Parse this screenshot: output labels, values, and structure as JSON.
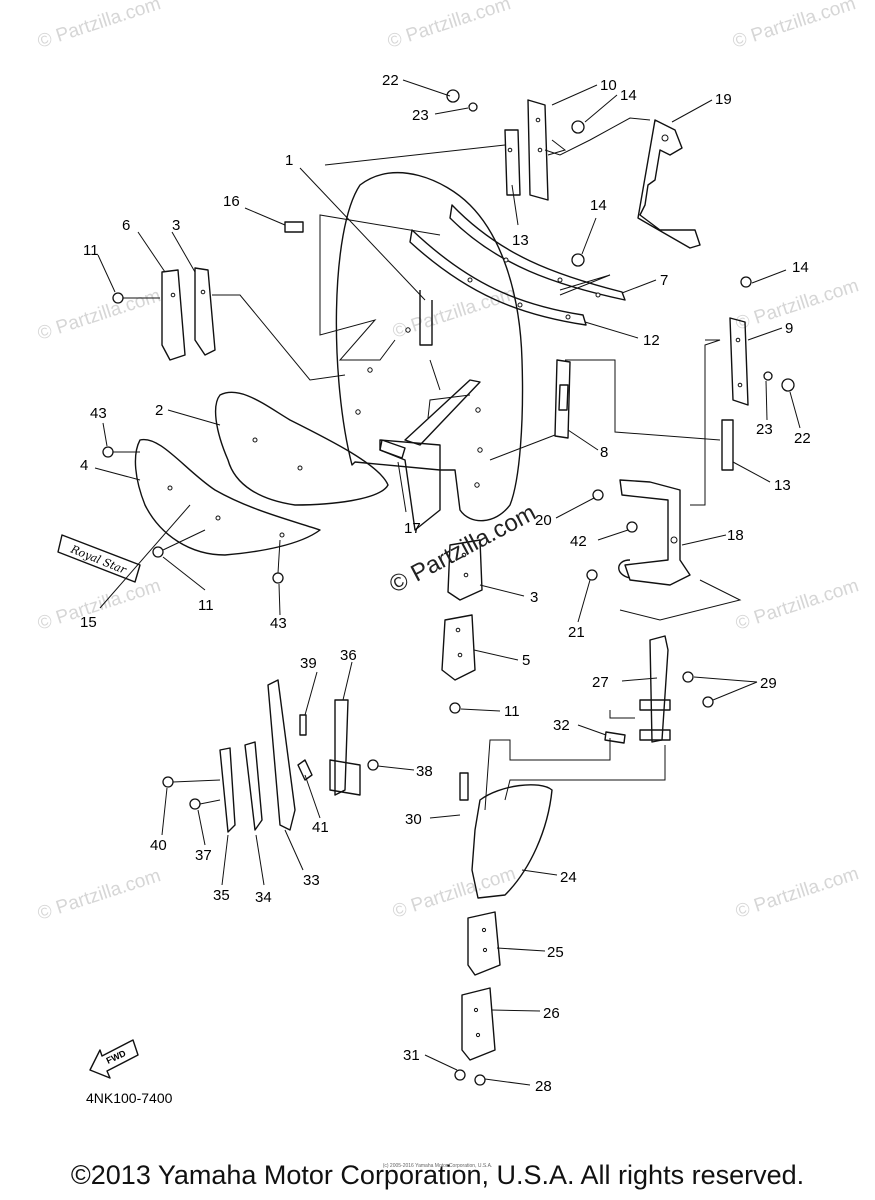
{
  "diagram": {
    "part_numbers": [
      "1",
      "2",
      "3",
      "3",
      "4",
      "5",
      "6",
      "7",
      "8",
      "9",
      "10",
      "11",
      "11",
      "11",
      "12",
      "13",
      "13",
      "14",
      "14",
      "14",
      "15",
      "16",
      "17",
      "18",
      "19",
      "20",
      "21",
      "22",
      "22",
      "23",
      "23",
      "24",
      "25",
      "26",
      "27",
      "28",
      "29",
      "30",
      "31",
      "32",
      "33",
      "34",
      "35",
      "36",
      "37",
      "38",
      "39",
      "40",
      "41",
      "42",
      "43",
      "43"
    ],
    "emblem_text": "Royal Star",
    "fwd_label": "FWD",
    "diagram_code": "4NK100-7400",
    "fine_print": "(c) 2005-2016 Yamaha Motor Corporation, U.S.A.",
    "copyright": "©2013 Yamaha Motor Corporation, U.S.A. All rights reserved.",
    "watermark_text": "© Partzilla.com",
    "center_watermark": "© Partzilla.com"
  }
}
